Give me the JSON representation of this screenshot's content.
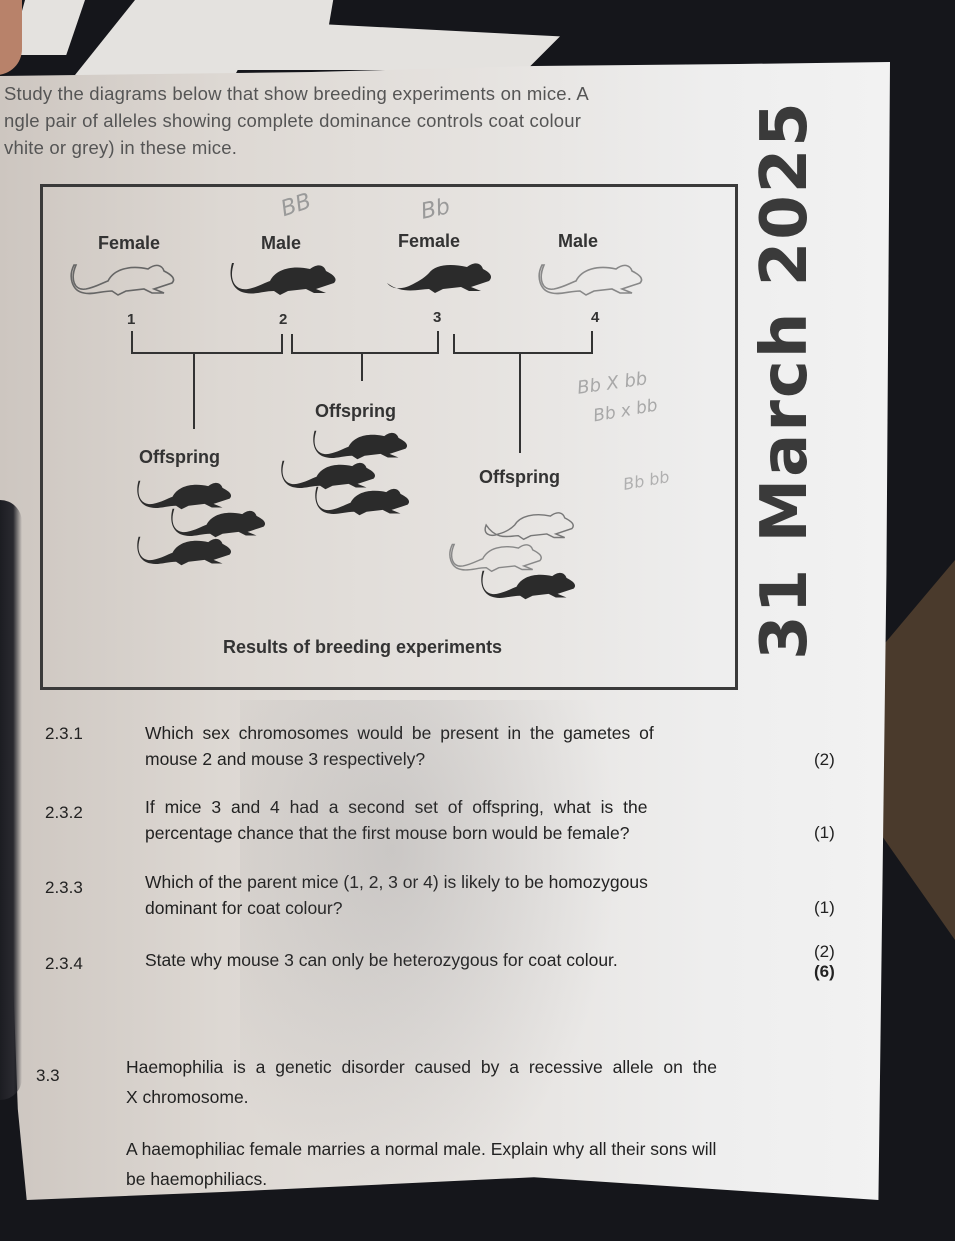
{
  "intro": {
    "line1": "Study the diagrams below that show breeding experiments on mice.  A",
    "line2": "ngle pair of alleles showing complete dominance controls coat colour",
    "line3": "vhite or grey) in these mice."
  },
  "diagram": {
    "parents": [
      {
        "sex": "Female",
        "number": "1",
        "coat": "white"
      },
      {
        "sex": "Male",
        "number": "2",
        "coat": "grey"
      },
      {
        "sex": "Female",
        "number": "3",
        "coat": "grey"
      },
      {
        "sex": "Male",
        "number": "4",
        "coat": "white"
      }
    ],
    "offspring_groups": [
      {
        "label": "Offspring",
        "cross": "1 x 2",
        "coats": [
          "grey",
          "grey",
          "grey"
        ]
      },
      {
        "label": "Offspring",
        "cross": "2 x 3",
        "coats": [
          "grey",
          "grey",
          "grey"
        ]
      },
      {
        "label": "Offspring",
        "cross": "3 x 4",
        "coats": [
          "white",
          "white",
          "grey"
        ]
      }
    ],
    "caption": "Results of breeding experiments"
  },
  "handwriting": {
    "mouse2_genotype": "BB",
    "mouse3_genotype": "Bb",
    "note_line1": "Bb  X bb",
    "note_line2": "Bb  x bb",
    "note_line3": "Bb  bb",
    "date": "31 March 2025"
  },
  "questions": [
    {
      "number": "2.3.1",
      "line1": "Which sex chromosomes would be present in the gametes of",
      "line2": "mouse 2 and mouse 3 respectively?",
      "marks": "(2)"
    },
    {
      "number": "2.3.2",
      "line1": "If mice 3 and 4 had a second set of offspring, what is the",
      "line2": "percentage chance that the first mouse born would be female?",
      "marks": "(1)"
    },
    {
      "number": "2.3.3",
      "line1": "Which of the parent mice (1, 2, 3 or 4) is likely to be homozygous",
      "line2": "dominant for coat colour?",
      "marks": "(1)"
    },
    {
      "number": "2.3.4",
      "line1": "State why mouse 3 can only be heterozygous for coat colour.",
      "marks": "(2)",
      "total": "(6)"
    }
  ],
  "question_3_3": {
    "number": "3.3",
    "line1": "Haemophilia is a genetic disorder caused by a recessive allele on the",
    "line2": "X chromosome.",
    "line3": "A haemophiliac female marries a normal male. Explain why all their sons will",
    "line4": "be haemophiliacs."
  },
  "colors": {
    "background": "#15161b",
    "paper": "#e8e6e4",
    "ink": "#222222",
    "grey_mouse": "#2b2b2b",
    "pencil": "#9a9a9a"
  }
}
